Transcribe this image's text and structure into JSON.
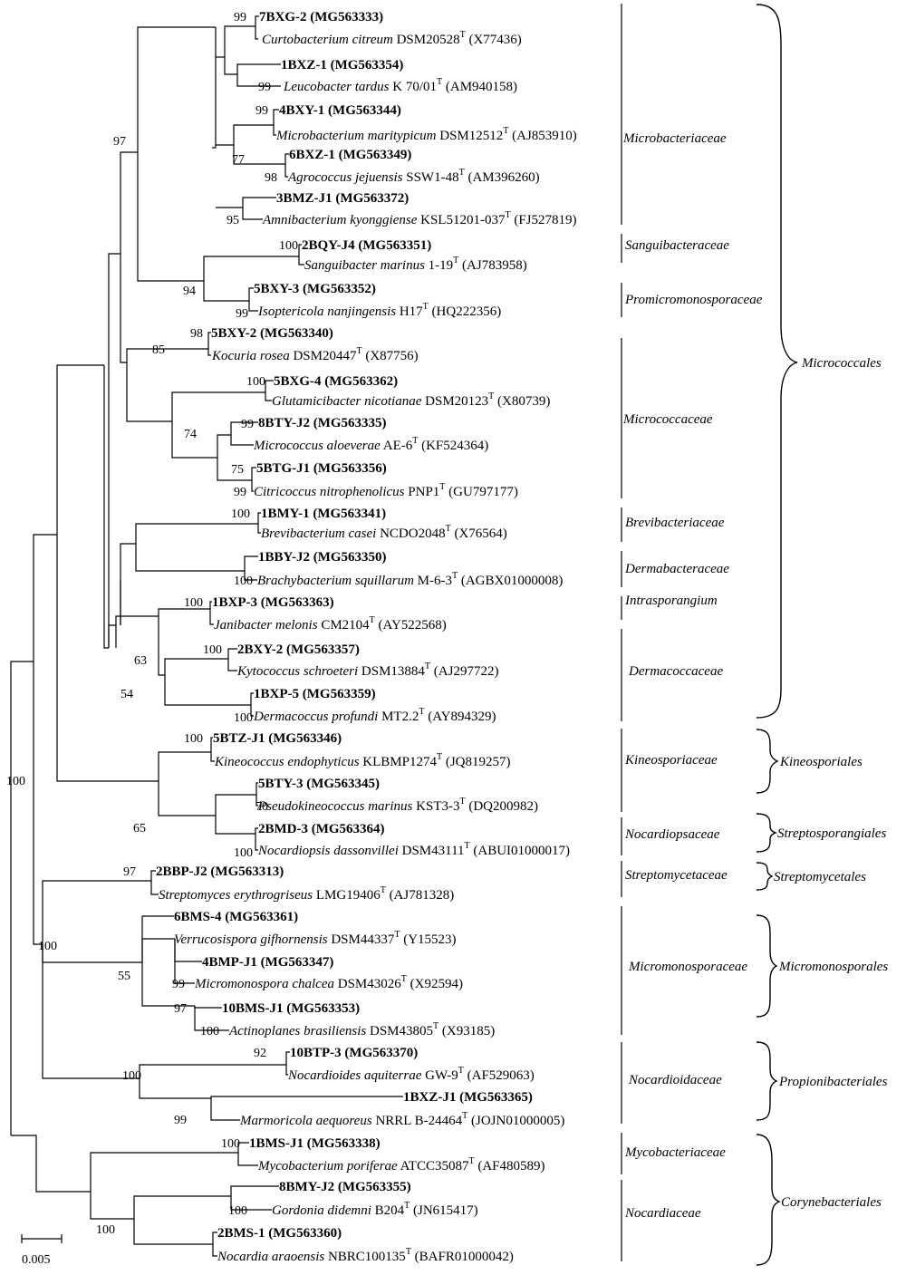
{
  "scale_label": "0.005",
  "leaves": [
    {
      "id": "7BXG-2 (MG563333)",
      "bold": true
    },
    {
      "genus": "Curtobacterium citreum",
      "rest": " DSM20528",
      "acc": "(X77436)"
    },
    {
      "id": "1BXZ-1 (MG563354)",
      "bold": true
    },
    {
      "genus": "Leucobacter tardus",
      "rest": " K 70/01",
      "acc": "(AM940158)"
    },
    {
      "id": "4BXY-1 (MG563344)",
      "bold": true
    },
    {
      "genus": "Microbacterium maritypicum",
      "rest": " DSM12512",
      "acc": "(AJ853910)"
    },
    {
      "id": "6BXZ-1 (MG563349)",
      "bold": true
    },
    {
      "genus": "Agrococcus jejuensis",
      "rest": " SSW1-48",
      "acc": "(AM396260)"
    },
    {
      "id": "3BMZ-J1 (MG563372)",
      "bold": true
    },
    {
      "genus": "Amnibacterium kyonggiense",
      "rest": " KSL51201-037",
      "acc": "(FJ527819)"
    },
    {
      "id": "2BQY-J4 (MG563351)",
      "bold": true
    },
    {
      "genus": "Sanguibacter marinus",
      "rest": " 1-19",
      "acc": "(AJ783958)"
    },
    {
      "id": "5BXY-3 (MG563352)",
      "bold": true
    },
    {
      "genus": "Isoptericola nanjingensis",
      "rest": " H17",
      "acc": "(HQ222356)"
    },
    {
      "id": "5BXY-2 (MG563340)",
      "bold": true
    },
    {
      "genus": "Kocuria rosea",
      "rest": " DSM20447",
      "acc": "(X87756)"
    },
    {
      "id": "5BXG-4 (MG563362)",
      "bold": true
    },
    {
      "genus": "Glutamicibacter nicotianae",
      "rest": " DSM20123",
      "acc": "(X80739)"
    },
    {
      "id": "8BTY-J2 (MG563335)",
      "bold": true
    },
    {
      "genus": "Micrococcus aloeverae",
      "rest": " AE-6",
      "acc": "(KF524364)"
    },
    {
      "id": "5BTG-J1 (MG563356)",
      "bold": true
    },
    {
      "genus": "Citricoccus nitrophenolicus",
      "rest": " PNP1",
      "acc": "(GU797177)"
    },
    {
      "id": "1BMY-1 (MG563341)",
      "bold": true
    },
    {
      "genus": "Brevibacterium casei",
      "rest": " NCDO2048",
      "acc": "(X76564)"
    },
    {
      "id": "1BBY-J2 (MG563350)",
      "bold": true
    },
    {
      "genus": "Brachybacterium squillarum",
      "rest": " M-6-3",
      "acc": "(AGBX01000008)"
    },
    {
      "id": "1BXP-3 (MG563363)",
      "bold": true
    },
    {
      "genus": "Janibacter melonis",
      "rest": " CM2104",
      "acc": "(AY522568)"
    },
    {
      "id": "2BXY-2 (MG563357)",
      "bold": true
    },
    {
      "genus": "Kytococcus schroeteri",
      "rest": " DSM13884",
      "acc": "(AJ297722)"
    },
    {
      "id": "1BXP-5 (MG563359)",
      "bold": true
    },
    {
      "genus": "Dermacoccus profundi",
      "rest": " MT2.2",
      "acc": "(AY894329)"
    },
    {
      "id": "5BTZ-J1 (MG563346)",
      "bold": true
    },
    {
      "genus": "Kineococcus endophyticus",
      "rest": " KLBMP1274",
      "acc": "(JQ819257)"
    },
    {
      "id": "5BTY-3 (MG563345)",
      "bold": true
    },
    {
      "genus": "Pseudokineococcus marinus",
      "rest": " KST3-3",
      "acc": "(DQ200982)"
    },
    {
      "id": "2BMD-3 (MG563364)",
      "bold": true
    },
    {
      "genus": "Nocardiopsis dassonvillei",
      "rest": " DSM43111",
      "acc": "(ABUI01000017)"
    },
    {
      "id": "2BBP-J2 (MG563313)",
      "bold": true
    },
    {
      "genus": "Streptomyces erythrogriseus",
      "rest": " LMG19406",
      "acc": "(AJ781328)"
    },
    {
      "id": "6BMS-4 (MG563361)",
      "bold": true
    },
    {
      "genus": "Verrucosispora gifhornensis",
      "rest": " DSM44337",
      "acc": "(Y15523)"
    },
    {
      "id": "4BMP-J1 (MG563347)",
      "bold": true
    },
    {
      "genus": "Micromonospora chalcea",
      "rest": " DSM43026",
      "acc": "(X92594)"
    },
    {
      "id": "10BMS-J1 (MG563353)",
      "bold": true
    },
    {
      "genus": "Actinoplanes brasiliensis",
      "rest": " DSM43805",
      "acc": "(X93185)"
    },
    {
      "id": "10BTP-3 (MG563370)",
      "bold": true
    },
    {
      "genus": "Nocardioides aquiterrae",
      "rest": " GW-9",
      "acc": "(AF529063)"
    },
    {
      "id": "1BXZ-J1 (MG563365)",
      "bold": true
    },
    {
      "genus": "Marmoricola aequoreus",
      "rest": " NRRL B-24464",
      "acc": "(JOJN01000005)"
    },
    {
      "id": "1BMS-J1 (MG563338)",
      "bold": true
    },
    {
      "genus": "Mycobacterium poriferae",
      "rest": " ATCC35087",
      "acc": "(AF480589)"
    },
    {
      "id": "8BMY-J2 (MG563355)",
      "bold": true
    },
    {
      "genus": "Gordonia didemni",
      "rest": " B204",
      "acc": "(JN615417)"
    },
    {
      "id": "2BMS-1 (MG563360)",
      "bold": true
    },
    {
      "genus": "Nocardia araoensis",
      "rest": " NBRC100135",
      "acc": "(BAFR01000042)"
    }
  ],
  "bootstrap": [
    "99",
    "99",
    "99",
    "77",
    "98",
    "95",
    "97",
    "100",
    "99",
    "94",
    "98",
    "100",
    "99",
    "75",
    "74",
    "99",
    "85",
    "100",
    "100",
    "100",
    "100",
    "54",
    "63",
    "100",
    "100",
    "70",
    "65",
    "100",
    "100",
    "97",
    "99",
    "97",
    "100",
    "55",
    "100",
    "92",
    "100",
    "99",
    "100",
    "100",
    "100"
  ],
  "families": [
    "Microbacteriaceae",
    "Sanguibacteraceae",
    "Promicromonosporaceae",
    "Micrococcaceae",
    "Brevibacteriaceae",
    "Dermabacteraceae",
    "Intrasporangium",
    "Dermacoccaceae",
    "Kineosporiaceae",
    "Nocardiopsaceae",
    "Streptomycetaceae",
    "Micromonosporaceae",
    "Nocardioidaceae",
    "Mycobacteriaceae",
    "Nocardiaceae"
  ],
  "orders": [
    "Micrococcales",
    "Kineosporiales",
    "Streptosporangiales",
    "Streptomycetales",
    "Micromonosporales",
    "Propionibacteriales",
    "Corynebacteriales"
  ]
}
